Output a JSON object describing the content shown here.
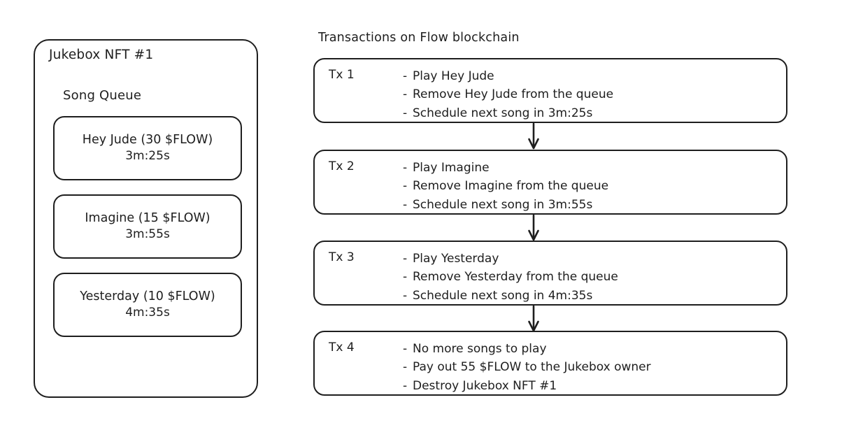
{
  "jukebox": {
    "title": "Jukebox NFT #1",
    "queue_label": "Song Queue",
    "songs": [
      {
        "title": "Hey Jude (30 $FLOW)",
        "duration": "3m:25s"
      },
      {
        "title": "Imagine (15 $FLOW)",
        "duration": "3m:55s"
      },
      {
        "title": "Yesterday (10 $FLOW)",
        "duration": "4m:35s"
      }
    ]
  },
  "transactions": {
    "header": "Transactions on Flow blockchain",
    "items": [
      {
        "label": "Tx 1",
        "lines": [
          "Play Hey Jude",
          "Remove Hey Jude from the queue",
          "Schedule next song in 3m:25s"
        ]
      },
      {
        "label": "Tx 2",
        "lines": [
          "Play Imagine",
          "Remove Imagine from the queue",
          "Schedule next song in 3m:55s"
        ]
      },
      {
        "label": "Tx 3",
        "lines": [
          "Play Yesterday",
          "Remove Yesterday from the queue",
          "Schedule next song in 4m:35s"
        ]
      },
      {
        "label": "Tx 4",
        "lines": [
          "No more songs to play",
          "Pay out 55 $FLOW to the Jukebox owner",
          "Destroy Jukebox NFT #1"
        ]
      }
    ],
    "bullet": "-"
  },
  "style": {
    "stroke_color": "#1e1e1e",
    "background_color": "#ffffff"
  }
}
